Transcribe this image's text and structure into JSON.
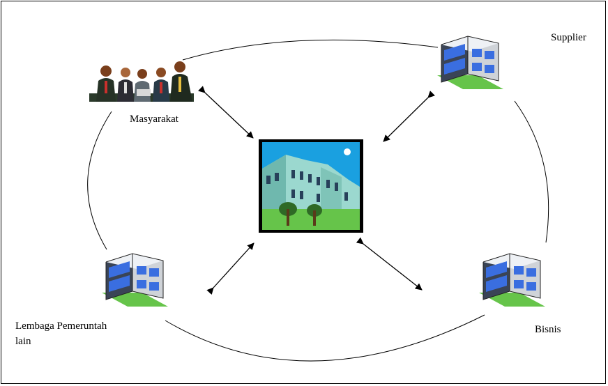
{
  "labels": {
    "supplier": "Supplier",
    "masyarakat": "Masyarakat",
    "lembaga": "Lembaga Pemeruntah\nlain",
    "bisnis": "Bisnis"
  },
  "nodes": [
    {
      "id": "center",
      "icon": "government-building-picture-icon"
    },
    {
      "id": "masyarakat",
      "icon": "people-group-icon"
    },
    {
      "id": "supplier",
      "icon": "office-building-icon"
    },
    {
      "id": "lembaga",
      "icon": "office-building-icon"
    },
    {
      "id": "bisnis",
      "icon": "office-building-icon"
    }
  ],
  "colors": {
    "sky": "#1aa0e0",
    "building_facade": "#9bd8cf",
    "grass": "#66c44a",
    "window_blue": "#3a6ee0",
    "roof_gray": "#cfd3d8"
  }
}
